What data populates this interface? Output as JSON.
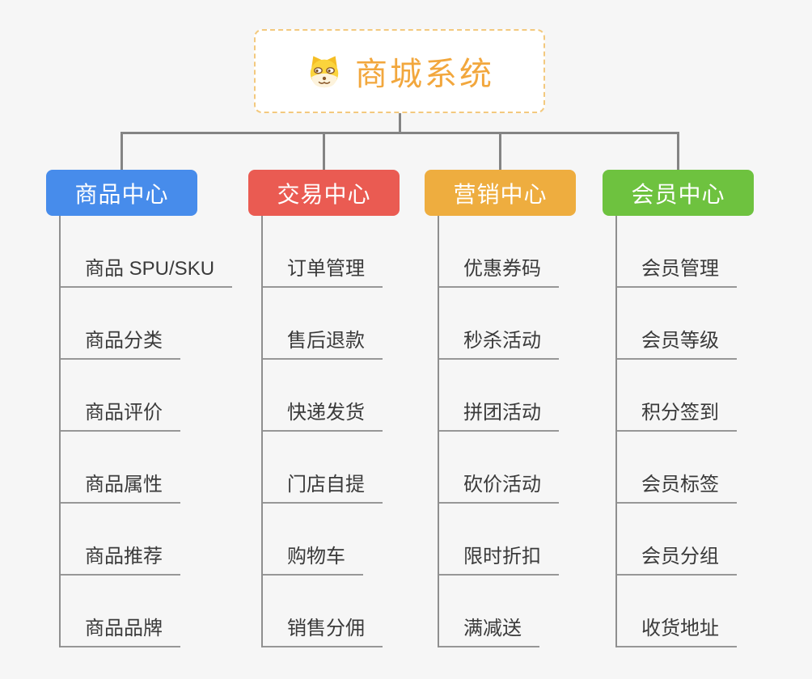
{
  "canvas": {
    "background": "#F6F6F6",
    "connector_color": "#848484"
  },
  "root": {
    "title": "商城系统",
    "icon": "dog-face-icon",
    "text_color": "#F2A73D",
    "border_color": "#F3C97E",
    "background": "#FFFFFF"
  },
  "branches": [
    {
      "id": "product",
      "label": "商品中心",
      "color": "#478CEB",
      "children": [
        "商品 SPU/SKU",
        "商品分类",
        "商品评价",
        "商品属性",
        "商品推荐",
        "商品品牌"
      ]
    },
    {
      "id": "trade",
      "label": "交易中心",
      "color": "#EA5B52",
      "children": [
        "订单管理",
        "售后退款",
        "快递发货",
        "门店自提",
        "购物车",
        "销售分佣"
      ]
    },
    {
      "id": "marketing",
      "label": "营销中心",
      "color": "#EEAD3F",
      "children": [
        "优惠券码",
        "秒杀活动",
        "拼团活动",
        "砍价活动",
        "限时折扣",
        "满减送"
      ]
    },
    {
      "id": "member",
      "label": "会员中心",
      "color": "#6EC23F",
      "children": [
        "会员管理",
        "会员等级",
        "积分签到",
        "会员标签",
        "会员分组",
        "收货地址"
      ]
    }
  ]
}
